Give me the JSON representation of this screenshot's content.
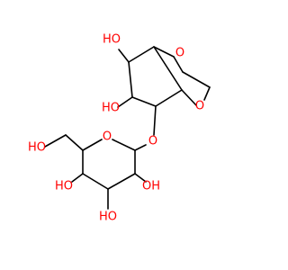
{
  "colors": {
    "bond": "#000000",
    "carbon": "#000000",
    "oxygen": "#ff0000",
    "background": "#ffffff"
  },
  "molecule": {
    "labels": {
      "o_bridge_top": "O",
      "o_bridge_right": "O",
      "o_glycosidic": "O",
      "o_pyranose_ring": "O",
      "oh_upper_left": "HO",
      "oh_lower_left": "HO",
      "ch2oh": "HO",
      "oh_sugar_c4": "HO",
      "oh_sugar_c2": "OH",
      "oh_sugar_c3": "HO"
    }
  }
}
